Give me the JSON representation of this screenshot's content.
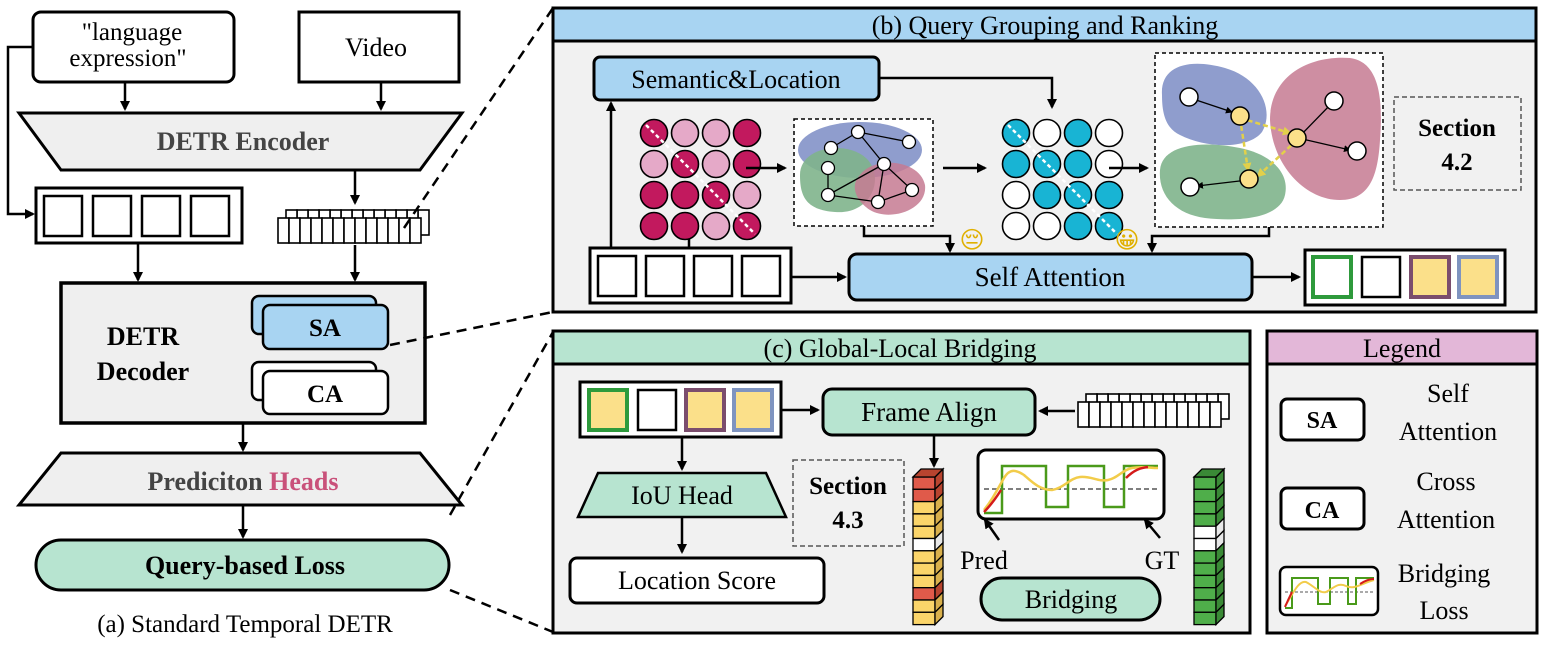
{
  "panel_a": {
    "language_input_line1": "\"language",
    "language_input_line2": "expression\"",
    "video_input": "Video",
    "encoder_label": "DETR Encoder",
    "decoder_line1": "DETR",
    "decoder_line2": "Decoder",
    "sa_label": "SA",
    "ca_label": "CA",
    "heads_word1": "Prediciton",
    "heads_word2": "Heads",
    "loss_label": "Query-based Loss",
    "caption": "(a) Standard Temporal DETR"
  },
  "panel_b": {
    "title": "(b) Query Grouping and Ranking",
    "semantic_location_label": "Semantic&Location",
    "self_attention_label": "Self Attention",
    "section_line1": "Section",
    "section_line2": "4.2",
    "sad_emoji": "😔",
    "happy_emoji": "😀"
  },
  "panel_c": {
    "title": "(c) Global-Local Bridging",
    "frame_align_label": "Frame Align",
    "iou_head_label": "IoU Head",
    "location_score_label": "Location Score",
    "section_line1": "Section",
    "section_line2": "4.3",
    "pred_label": "Pred",
    "gt_label": "GT",
    "bridging_label": "Bridging"
  },
  "legend": {
    "title": "Legend",
    "sa_key": "SA",
    "sa_line1": "Self",
    "sa_line2": "Attention",
    "ca_key": "CA",
    "ca_line1": "Cross",
    "ca_line2": "Attention",
    "bridging_line1": "Bridging",
    "bridging_line2": "Loss"
  },
  "colors": {
    "blue_box": "#a8d4f2",
    "mint_box": "#b7e4d0",
    "legend_header": "#e3b7d8",
    "panel_bg": "#f1f1f1",
    "magenta_dot": "#c2195e",
    "pink_dot": "#e5a9c8",
    "cyan_dot": "#18b4d4",
    "yellow_dot": "#fbe08a",
    "cluster_blue": "#7b8cc4",
    "cluster_green": "#7fb48c",
    "cluster_red": "#c67a92",
    "heads_pink": "#c9517a",
    "group_green": "#2e9a3c",
    "group_purple": "#7b4d6d",
    "group_blue": "#7f94c0"
  }
}
